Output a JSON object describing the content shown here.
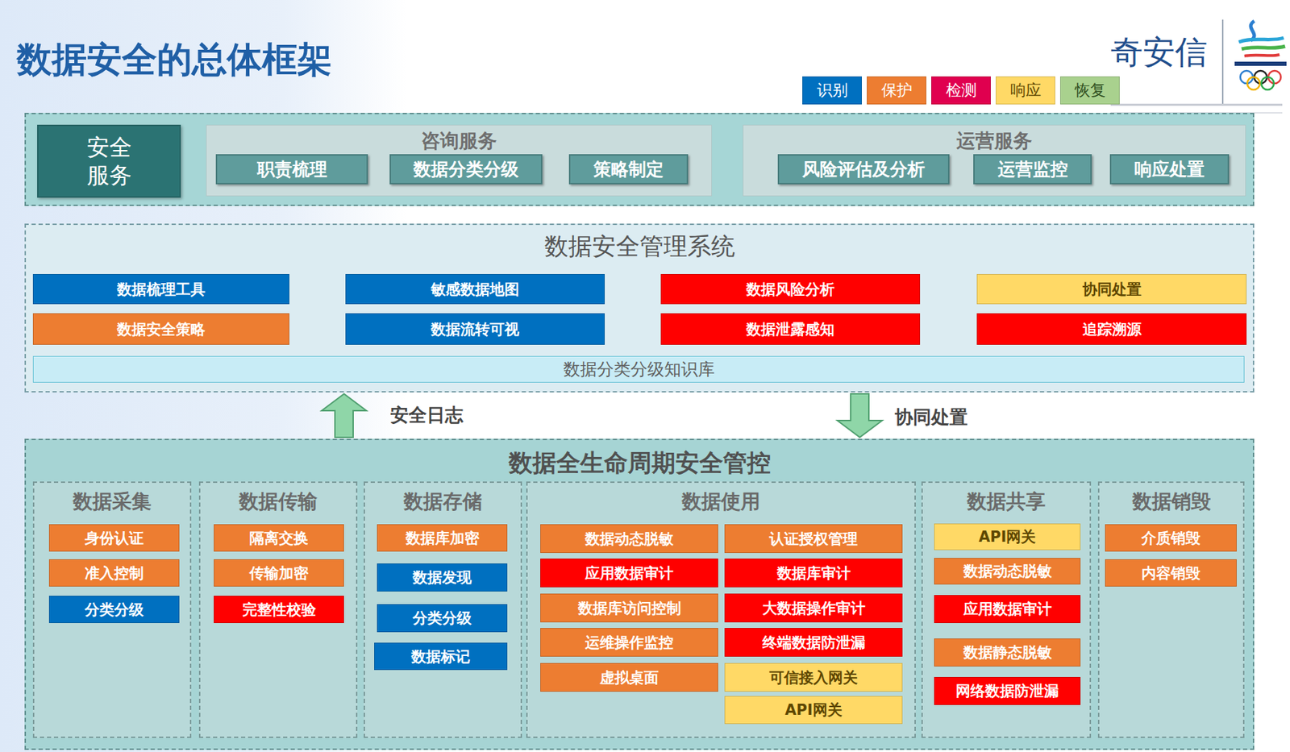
{
  "diagram": {
    "title": "数据安全的总体框架",
    "nodes": [
      {
        "text": [
          "安全服务"
        ]
      },
      {
        "text": [
          "咨询服务"
        ]
      },
      {
        "text": [
          "职责梳理"
        ],
        "in": 1
      },
      {
        "text": [
          "数据分类分级"
        ],
        "in": 1
      },
      {
        "text": [
          "策略制定"
        ],
        "in": 1
      },
      {
        "text": [
          "运营服务"
        ]
      },
      {
        "text": [
          "风险评估及分析"
        ],
        "in": 5
      },
      {
        "text": [
          "运营监控"
        ],
        "in": 5
      },
      {
        "text": [
          "响应处置"
        ],
        "in": 5
      },
      {
        "text": [
          "数据安全管理系统"
        ]
      },
      {
        "text": [
          "数据梳理工具"
        ],
        "in": 9
      },
      {
        "text": [
          "敏感数据地图"
        ],
        "in": 9
      },
      {
        "text": [
          "数据风险分析"
        ],
        "in": 9
      },
      {
        "text": [
          "协同处置"
        ],
        "in": 9
      },
      {
        "text": [
          "数据安全策略"
        ],
        "in": 9
      },
      {
        "text": [
          "数据流转可视"
        ],
        "in": 9
      },
      {
        "text": [
          "数据泄露感知"
        ],
        "in": 9
      },
      {
        "text": [
          "追踪溯源"
        ],
        "in": 9
      },
      {
        "text": [
          "数据分类分级知识库"
        ],
        "in": 9
      },
      {
        "text": [
          "数据全生命周期安全管控"
        ]
      },
      {
        "text": [
          "数据采集"
        ],
        "in": 19
      },
      {
        "text": [
          "身份认证"
        ],
        "in": 20
      },
      {
        "text": [
          "准入控制"
        ],
        "in": 20
      },
      {
        "text": [
          "分类分级"
        ],
        "in": 20
      },
      {
        "text": [
          "数据传输"
        ],
        "in": 19
      },
      {
        "text": [
          "隔离交换"
        ],
        "in": 24
      },
      {
        "text": [
          "传输加密"
        ],
        "in": 24
      },
      {
        "text": [
          "完整性校验"
        ],
        "in": 24
      },
      {
        "text": [
          "数据存储"
        ],
        "in": 19
      },
      {
        "text": [
          "数据库加密"
        ],
        "in": 28
      },
      {
        "text": [
          "数据发现"
        ],
        "in": 28
      },
      {
        "text": [
          "分类分级"
        ],
        "in": 28
      },
      {
        "text": [
          "数据标记"
        ],
        "in": 28
      },
      {
        "text": [
          "数据使用"
        ],
        "in": 19
      },
      {
        "text": [
          "数据动态脱敏"
        ],
        "in": 33
      },
      {
        "text": [
          "认证授权管理"
        ],
        "in": 33
      },
      {
        "text": [
          "应用数据审计"
        ],
        "in": 33
      },
      {
        "text": [
          "数据库审计"
        ],
        "in": 33
      },
      {
        "text": [
          "数据库访问控制"
        ],
        "in": 33
      },
      {
        "text": [
          "大数据操作审计"
        ],
        "in": 33
      },
      {
        "text": [
          "运维操作监控"
        ],
        "in": 33
      },
      {
        "text": [
          "终端数据防泄漏"
        ],
        "in": 33
      },
      {
        "text": [
          "虚拟桌面"
        ],
        "in": 33
      },
      {
        "text": [
          "可信接入网关"
        ],
        "in": 33
      },
      {
        "text": [
          "API网关"
        ],
        "in": 33
      },
      {
        "text": [
          "数据共享"
        ],
        "in": 19
      },
      {
        "text": [
          "API网关"
        ],
        "in": 45
      },
      {
        "text": [
          "数据动态脱敏"
        ],
        "in": 45
      },
      {
        "text": [
          "应用数据审计"
        ],
        "in": 45
      },
      {
        "text": [
          "数据静态脱敏"
        ],
        "in": 45
      },
      {
        "text": [
          "网络数据防泄漏"
        ],
        "in": 45
      },
      {
        "text": [
          "数据销毁"
        ],
        "in": 19
      },
      {
        "text": [
          "介质销毁"
        ],
        "in": 51
      },
      {
        "text": [
          "内容销毁"
        ],
        "in": 51
      }
    ],
    "edges": [
      {
        "from": 19,
        "to": 9,
        "label": "安全日志",
        "arrow": "to"
      },
      {
        "from": 9,
        "to": 19,
        "label": "协同处置",
        "arrow": "to"
      }
    ],
    "labels": [
      "奇安信"
    ],
    "legend": [
      {
        "text": "识别",
        "color": "#0070c0"
      },
      {
        "text": "保护",
        "color": "#ed7d31"
      },
      {
        "text": "检测",
        "color": "#e0004f"
      },
      {
        "text": "响应",
        "color": "#ffd966"
      },
      {
        "text": "恢复",
        "color": "#a9d18e"
      }
    ]
  }
}
